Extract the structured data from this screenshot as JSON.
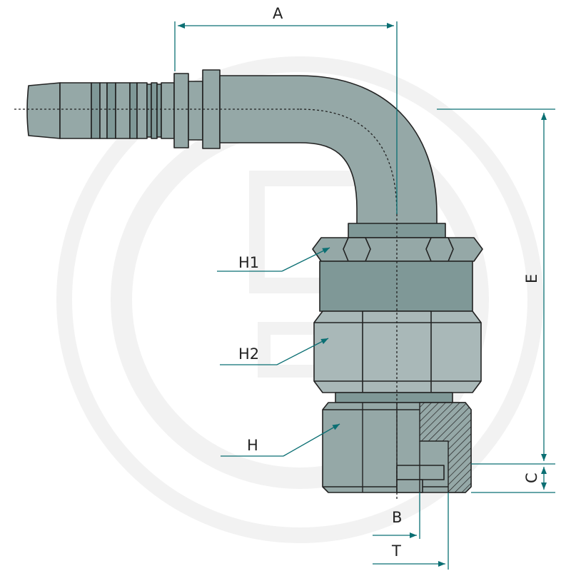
{
  "colors": {
    "metal": "#95a8a7",
    "metal_dark": "#7f9897",
    "metal_light": "#a9b8b8",
    "dimension_line": "#0b6f73",
    "outline": "#222222",
    "watermark": "#f2f2f2"
  },
  "dimensions": {
    "A": "A",
    "B": "B",
    "C": "C",
    "E": "E",
    "T": "T"
  },
  "callouts": {
    "H1": "H1",
    "H2": "H2",
    "H": "H"
  }
}
